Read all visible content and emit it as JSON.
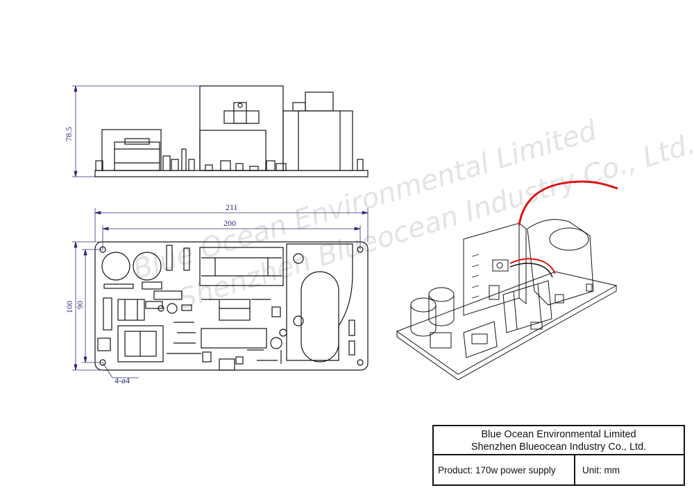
{
  "watermark": {
    "line1": "Blue Ocean Environmental Limited",
    "line2": "Shenzhen Blueocean Industry Co., Ltd."
  },
  "dimensions": {
    "height": "78.5",
    "length_outer": "211",
    "length_inner": "200",
    "width_outer": "100",
    "width_inner": "90",
    "holes": "4-ø4"
  },
  "title_block": {
    "company_line1": "Blue Ocean Environmental Limited",
    "company_line2": "Shenzhen Blueocean Industry Co., Ltd.",
    "product": "Product: 170w power supply",
    "unit": "Unit: mm"
  },
  "colors": {
    "line": "#111111",
    "dimension": "#2a2a78",
    "wire": "#e01010",
    "watermark": "#e3e3e3"
  }
}
